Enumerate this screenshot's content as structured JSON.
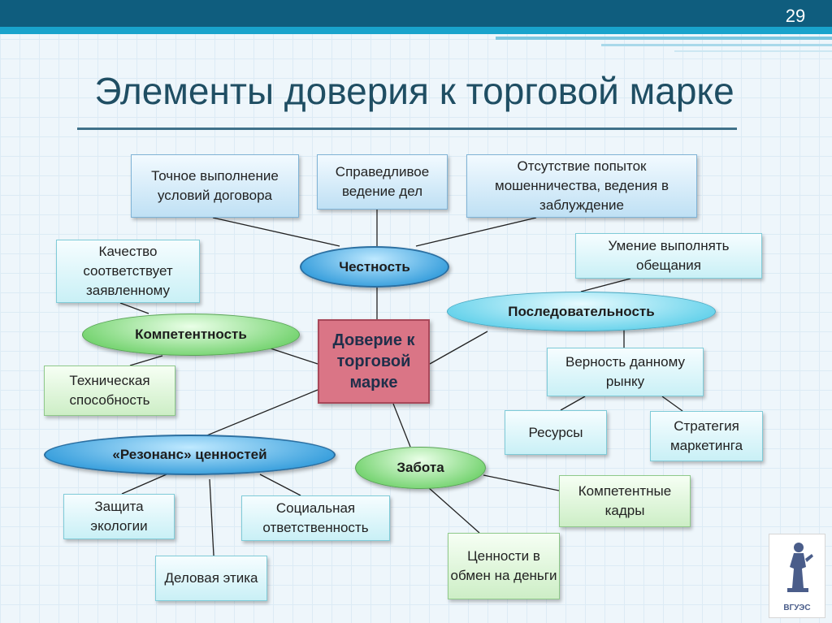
{
  "slide": {
    "number": "29",
    "title": "Элементы доверия к торговой марке"
  },
  "center": {
    "text": "Доверие к торговой марке"
  },
  "nodes": {
    "honesty": "Честность",
    "competence": "Компетентность",
    "consistency": "Последовательность",
    "resonance": "«Резонанс» ценностей",
    "care": "Забота"
  },
  "boxes": {
    "contract": "Точное выполнение условий договора",
    "fair_dealing": "Справедливое ведение дел",
    "no_fraud": "Отсутствие попыток мошенничества, ведения в заблуждение",
    "quality": "Качество соответствует заявленному",
    "technical": "Техническая способность",
    "keep_promises": "Умение выполнять обещания",
    "market_loyalty": "Верность данному рынку",
    "resources": "Ресурсы",
    "marketing_strategy": "Стратегия маркетинга",
    "ecology": "Защита экологии",
    "social": "Социальная ответственность",
    "ethics": "Деловая этика",
    "competent_staff": "Компетентные кадры",
    "value_for_money": "Ценности в обмен на деньги"
  },
  "logo": {
    "caption": "ВГУЭС"
  },
  "colors": {
    "title": "#1f4e63",
    "center_fill": "#da7586",
    "header_bar": "#0f6b8c"
  }
}
